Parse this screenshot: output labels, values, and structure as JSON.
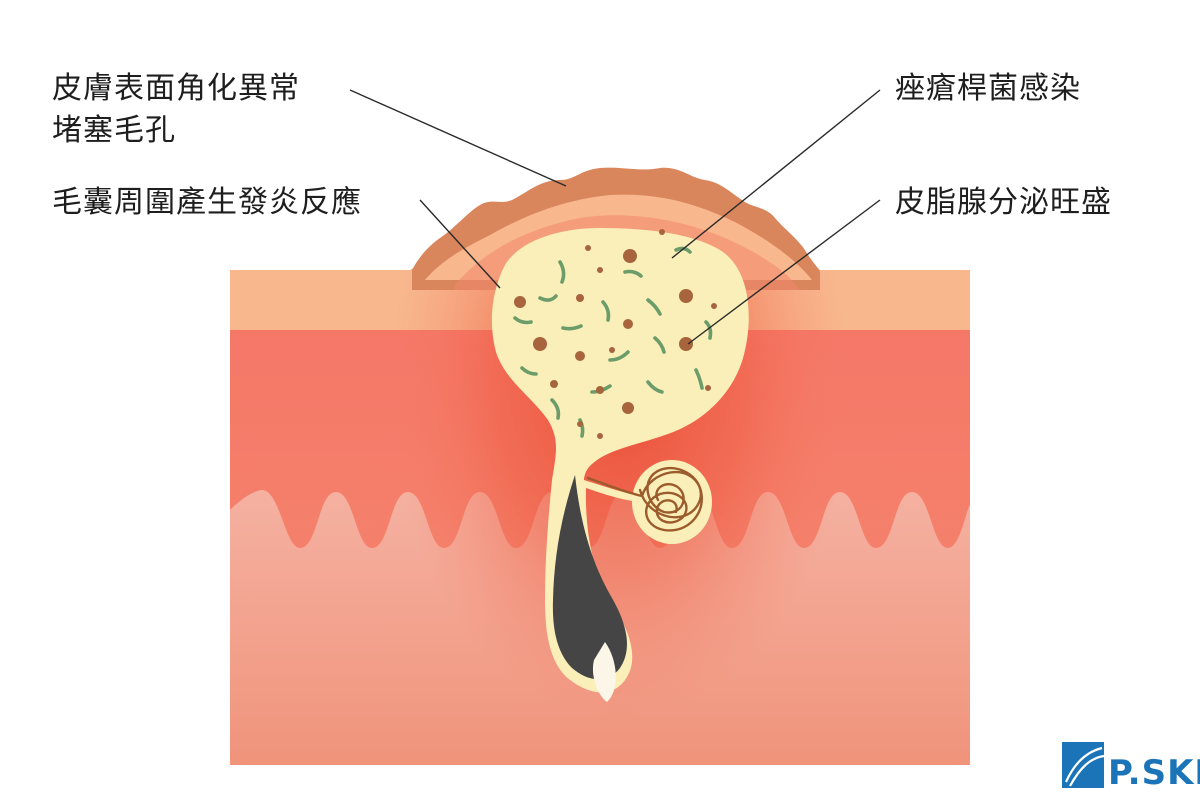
{
  "labels": {
    "keratinization": [
      "皮膚表面角化異常",
      "堵塞毛孔"
    ],
    "inflammation": "毛囊周圍產生發炎反應",
    "bacteria": "痤瘡桿菌感染",
    "sebaceous": "皮脂腺分泌旺盛"
  },
  "logo": {
    "text": "P.SKIN"
  },
  "colors": {
    "epidermis": "#f8b78d",
    "dermis": "#f4806a",
    "subcutis": "#f3a893",
    "lump": "#d9865d",
    "sebum": "#faefb8",
    "bacteria": "#6b9c6a",
    "sebum_dot": "#a7643d",
    "hair": "#454545",
    "brand": "#1b74b8"
  }
}
